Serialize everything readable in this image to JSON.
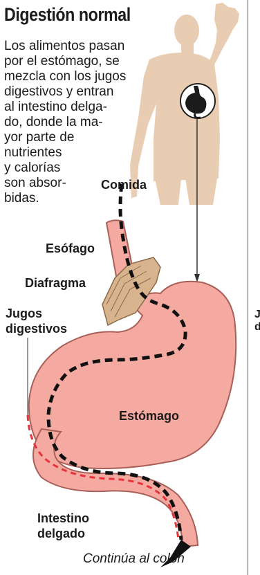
{
  "title": "Digestión normal",
  "description": [
    "Los alimentos pasan",
    "por el estómago, se",
    "mezcla con los jugos",
    "digestivos y entran",
    "al intestino delga-",
    "do, donde la ma-",
    "yor parte de",
    "nutrientes",
    "y calorías",
    "son absor-",
    "bidas."
  ],
  "labels": {
    "food": "Comida",
    "esophagus": "Esófago",
    "diaphragm": "Diafragma",
    "juices_line1": "Jugos",
    "juices_line2": "digestivos",
    "stomach": "Estómago",
    "intestine_line1": "Intestino",
    "intestine_line2": "delgado"
  },
  "caption": "Continúa al colon",
  "edge_letters": [
    "J",
    "d"
  ],
  "colors": {
    "body_silhouette": "#e9cdb3",
    "organ_fill": "#f4aaa0",
    "organ_stroke": "#a85f58",
    "food_path": "#111111",
    "juice_path": "#e8323a",
    "diaphragm": "#d8b48e"
  }
}
